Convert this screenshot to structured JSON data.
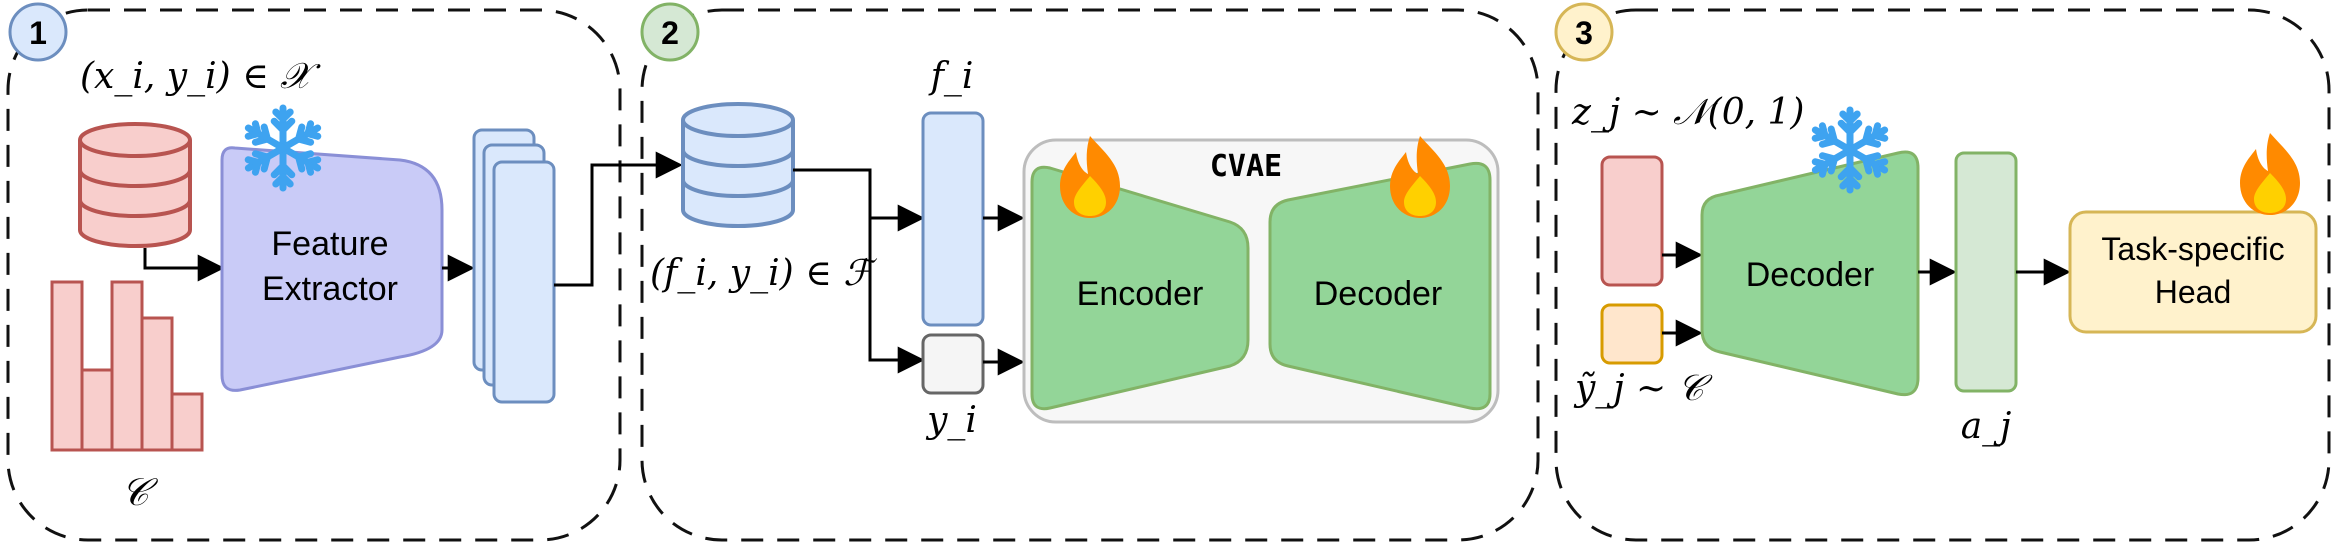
{
  "panels": [
    {
      "number": "1",
      "color": "#dae8fc",
      "stroke": "#6c8ebf"
    },
    {
      "number": "2",
      "color": "#d5e8d4",
      "stroke": "#82b366"
    },
    {
      "number": "3",
      "color": "#fff2cc",
      "stroke": "#d6b656"
    }
  ],
  "stage1": {
    "dataset_label": "(x_i, y_i) ∈ 𝒳",
    "feature_extractor": [
      "Feature",
      "Extractor"
    ],
    "class_dist_label": "𝒞"
  },
  "stage2": {
    "feature_dataset_label": "(f_i, y_i) ∈ ℱ",
    "f_label": "f_i",
    "y_label": "y_i",
    "cvae_title": "CVAE",
    "encoder": "Encoder",
    "decoder": "Decoder"
  },
  "stage3": {
    "z_label": "z_j ∼ 𝒩(0, 1)",
    "y_tilde_label": "ỹ_j ∼ 𝒞",
    "decoder": "Decoder",
    "a_label": "a_j",
    "head": [
      "Task-specific",
      "Head"
    ]
  },
  "colors": {
    "red_fill": "#f8cecc",
    "red_stroke": "#b85450",
    "blue_fill": "#dae8fc",
    "blue_stroke": "#6c8ebf",
    "purple_fill": "#c9cbf7",
    "purple_stroke": "#8a8fd6",
    "green_fill": "#93d598",
    "green_stroke": "#82b366",
    "gray_fill": "#f5f5f5",
    "gray_stroke": "#666666",
    "orange_fill": "#ffe6cc",
    "orange_stroke": "#d79b00",
    "yellow_fill": "#fff2cc",
    "yellow_stroke": "#d6b656",
    "snow": "#3ea3f0",
    "flame_outer": "#ff8a00",
    "flame_inner": "#ffd000"
  },
  "histogram_values": [
    0.42,
    0.2,
    0.42,
    0.33,
    0.14
  ]
}
